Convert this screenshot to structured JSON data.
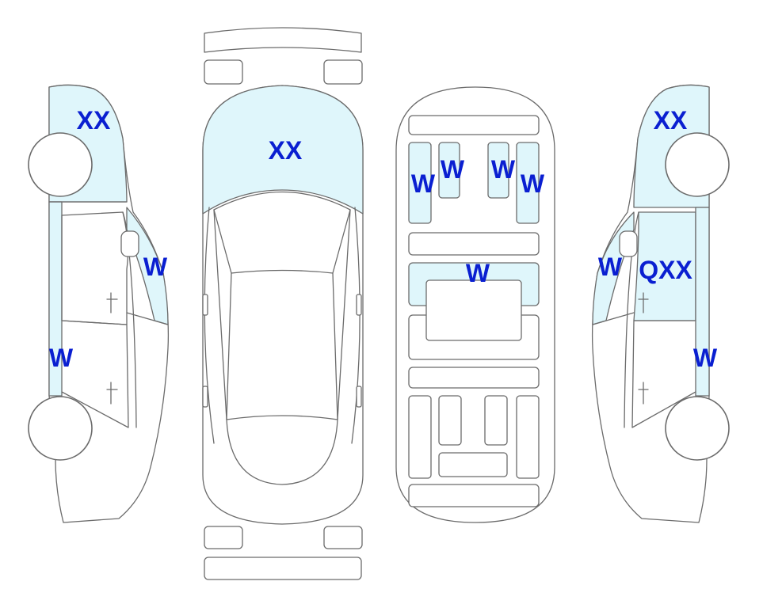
{
  "colors": {
    "label": "#0a1fd1",
    "damage_fill": "#dff6fb",
    "outline": "#6b6b6b"
  },
  "marks": {
    "left_side_rear_quarter": "XX",
    "left_side_b_pillar": "W",
    "left_side_sill": "W",
    "top_view_trunk_lid": "XX",
    "interior_rear_seat_left_outer": "W",
    "interior_rear_seat_left_inner": "W",
    "interior_rear_seat_right_inner": "W",
    "interior_rear_seat_right_outer": "W",
    "interior_mid_panel": "W",
    "right_side_rear_quarter": "XX",
    "right_side_b_pillar": "W",
    "right_side_rear_door": "QXX",
    "right_side_sill": "W"
  }
}
